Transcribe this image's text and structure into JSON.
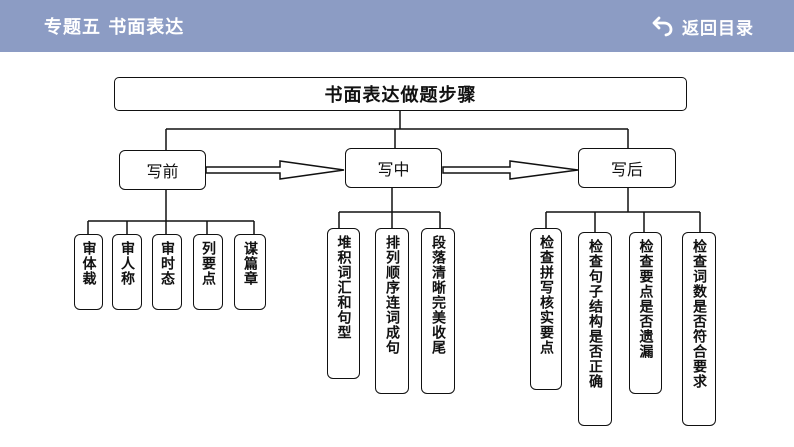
{
  "header": {
    "title": "专题五  书面表达",
    "back_label": "返回目录",
    "back_icon": "back-arrow-icon",
    "background_color": "#8c9cc4"
  },
  "diagram": {
    "root": "书面表达做题步骤",
    "stages": [
      {
        "label": "写前",
        "items": [
          "审体裁",
          "审人称",
          "审时态",
          "列要点",
          "谋篇章"
        ]
      },
      {
        "label": "写中",
        "items": [
          "堆积词汇和句型",
          "排列顺序连词成句",
          "段落清晰完美收尾"
        ]
      },
      {
        "label": "写后",
        "items": [
          "检查拼写核实要点",
          "检查句子结构是否正确",
          "检查要点是否遗漏",
          "检查词数是否符合要求"
        ]
      }
    ]
  }
}
